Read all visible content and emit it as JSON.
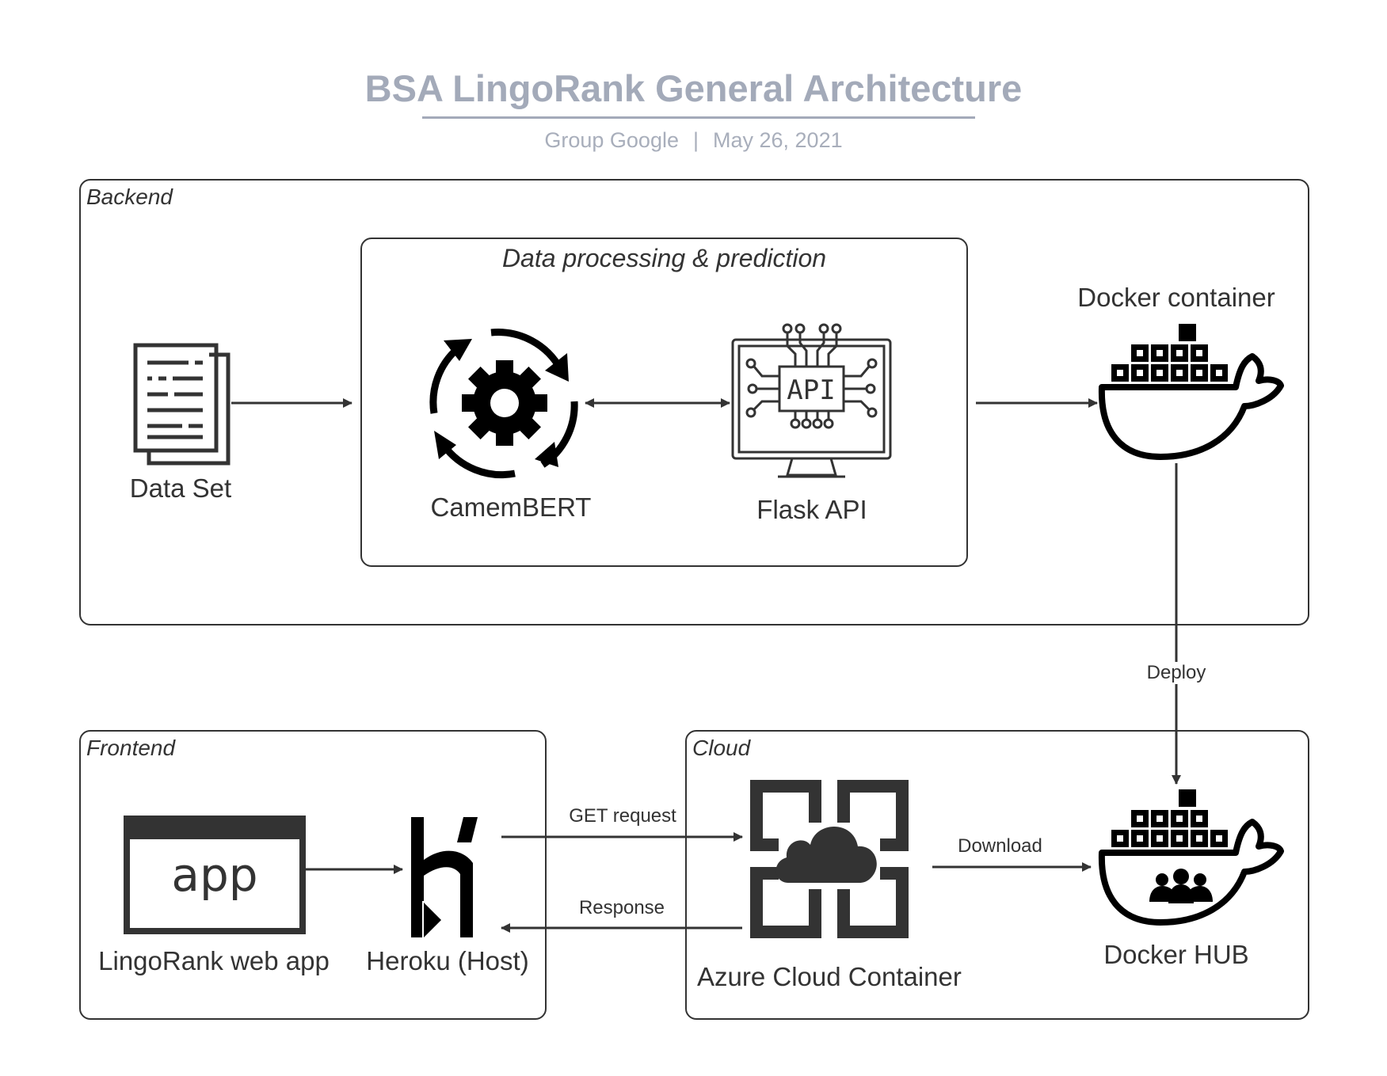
{
  "header": {
    "title": "BSA LingoRank General Architecture",
    "group": "Group Google",
    "separator": "|",
    "date": "May 26, 2021"
  },
  "backend": {
    "label": "Backend",
    "processing": {
      "label": "Data processing & prediction",
      "camembert": "CamemBERT",
      "flask": "Flask API",
      "api_badge": "API"
    },
    "dataset": "Data Set",
    "docker_container": "Docker container"
  },
  "frontend": {
    "label": "Frontend",
    "webapp": "LingoRank web app",
    "app_badge": "app",
    "heroku": "Heroku (Host)"
  },
  "cloud": {
    "label": "Cloud",
    "azure": "Azure Cloud Container",
    "docker_hub": "Docker HUB"
  },
  "edges": {
    "deploy": "Deploy",
    "get_request": "GET request",
    "response": "Response",
    "download": "Download"
  },
  "colors": {
    "title": "#a3aab9",
    "line": "#333333",
    "icon": "#000000"
  }
}
